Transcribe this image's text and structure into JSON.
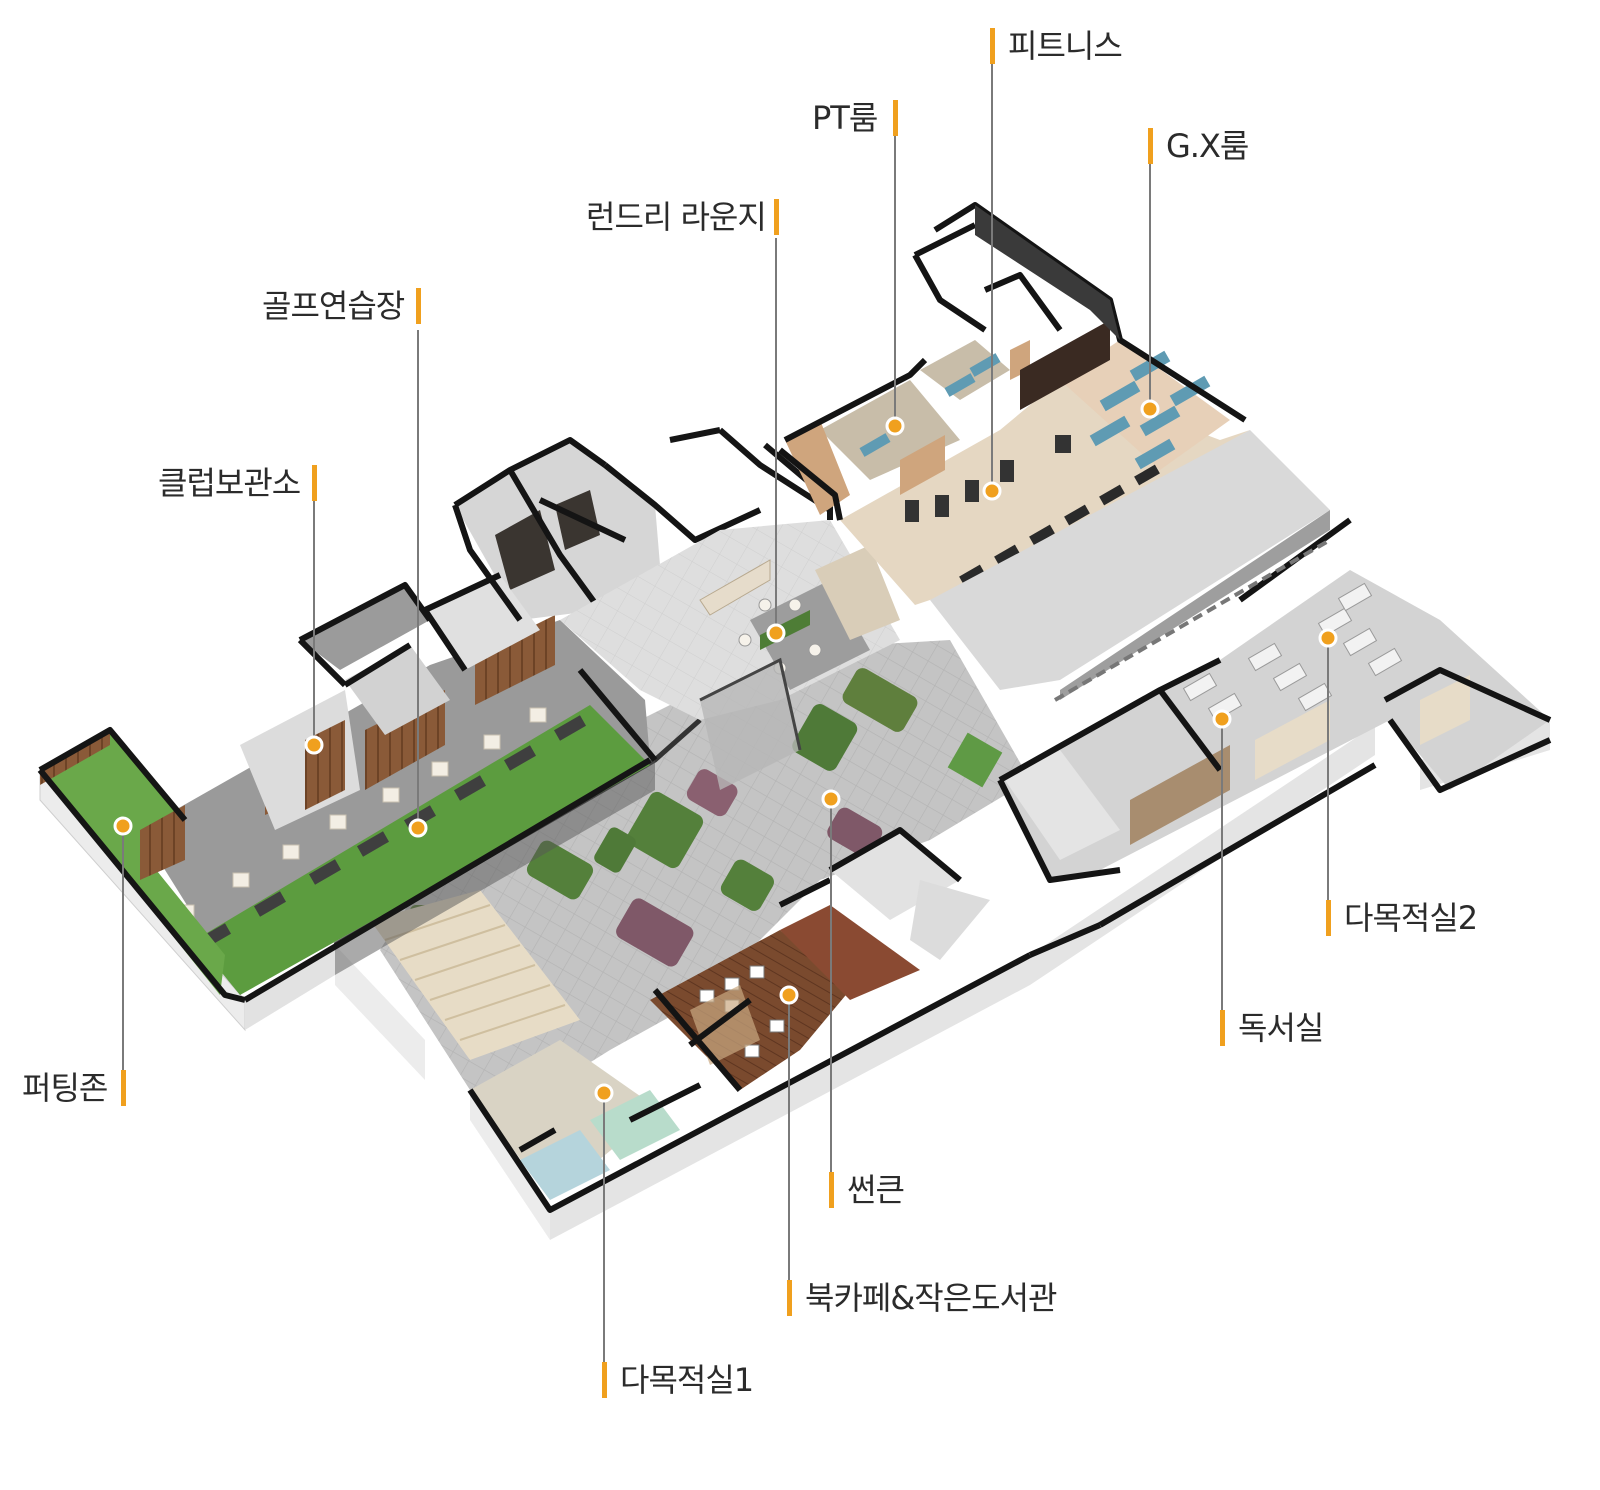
{
  "colors": {
    "accent": "#f0a01e",
    "wall": "#1a1a1a",
    "floor": "#bdbdbd",
    "green": "#5a9a3e",
    "wood": "#8b5a3c",
    "leader": "#7a7a7a"
  },
  "labels": {
    "putting_zone": "퍼팅존",
    "club_storage": "클럽보관소",
    "golf_range": "골프연습장",
    "laundry_lounge": "런드리 라운지",
    "pt_room": "PT룸",
    "fitness": "피트니스",
    "gx_room": "G.X룸",
    "multipurpose_2": "다목적실2",
    "reading_room": "독서실",
    "sunken": "썬큰",
    "book_cafe": "북카페&작은도서관",
    "multipurpose_1": "다목적실1"
  }
}
